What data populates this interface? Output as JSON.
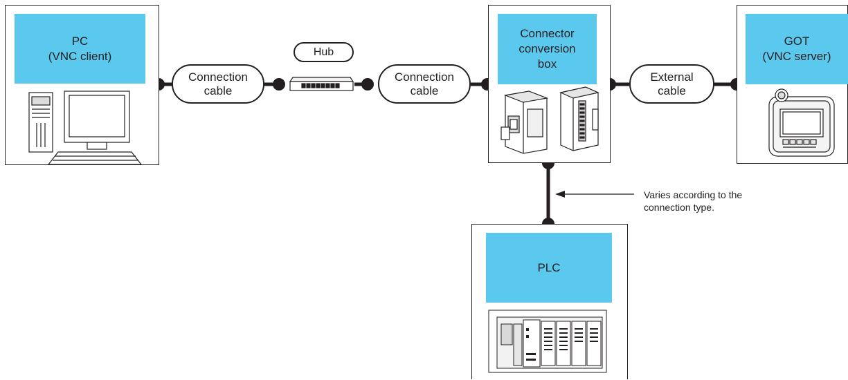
{
  "nodes": {
    "pc": {
      "label": "PC\n(VNC client)"
    },
    "connector_box": {
      "label": "Connector\nconversion\nbox"
    },
    "got": {
      "label": "GOT\n(VNC server)"
    },
    "plc": {
      "label": "PLC"
    }
  },
  "cables": {
    "pc_hub": "Connection\ncable",
    "hub_box": "Connection\ncable",
    "box_got": "External\ncable"
  },
  "hub": {
    "label": "Hub"
  },
  "annotation": {
    "text": "Varies according to the\nconnection type."
  },
  "colors": {
    "label_fill": "#5bc8ee",
    "line": "#231f20"
  }
}
